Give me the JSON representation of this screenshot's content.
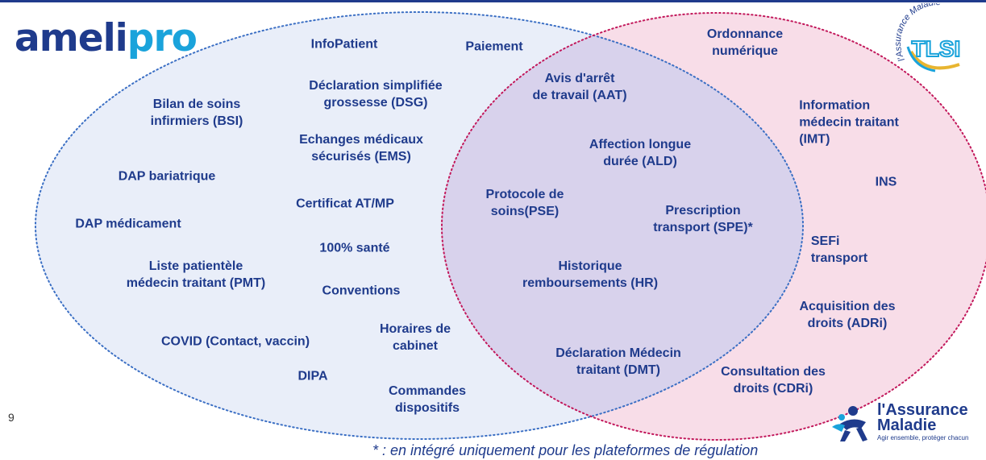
{
  "brand": {
    "logo_part1": "ameli",
    "logo_part2": "pro"
  },
  "tlsi_badge": {
    "arc_text": "l'Assurance Maladie",
    "center": "TLSI"
  },
  "left_only": [
    "InfoPatient",
    "Paiement",
    "Déclaration simplifiée\ngrossesse (DSG)",
    "Bilan de soins\ninfirmiers (BSI)",
    "Echanges médicaux\nsécurisés (EMS)",
    "DAP bariatrique",
    "Certificat AT/MP",
    "DAP médicament",
    "100% santé",
    "Liste patientèle\nmédecin traitant (PMT)",
    "Conventions",
    "Horaires de\ncabinet",
    "COVID (Contact, vaccin)",
    "DIPA",
    "Commandes\ndispositifs"
  ],
  "intersection": [
    "Avis d'arrêt\nde travail (AAT)",
    "Affection longue\ndurée (ALD)",
    "Protocole de\nsoins(PSE)",
    "Prescription\ntransport (SPE)*",
    "Historique\nremboursements (HR)",
    "Déclaration Médecin\ntraitant (DMT)"
  ],
  "right_only": [
    "Ordonnance\nnumérique",
    "Information\nmédecin traitant\n(IMT)",
    "INS",
    "SEFi\ntransport",
    "Acquisition des\ndroits (ADRi)",
    "Consultation des\ndroits (CDRi)"
  ],
  "page_number": "9",
  "footnote": "* : en intégré uniquement pour les plateformes de régulation",
  "assurance_maladie": {
    "line1": "l'Assurance",
    "line2": "Maladie",
    "tagline": "Agir ensemble, protéger chacun"
  },
  "colors": {
    "text_blue": "#1f3b8c",
    "logo_cyan": "#1aa3db",
    "left_circle_fill": "#e9eef9",
    "left_circle_stroke": "#3b6fc4",
    "right_circle_fill": "#f8dde8",
    "right_circle_stroke": "#c2185b",
    "overlap_fill": "#d8d2ec"
  }
}
